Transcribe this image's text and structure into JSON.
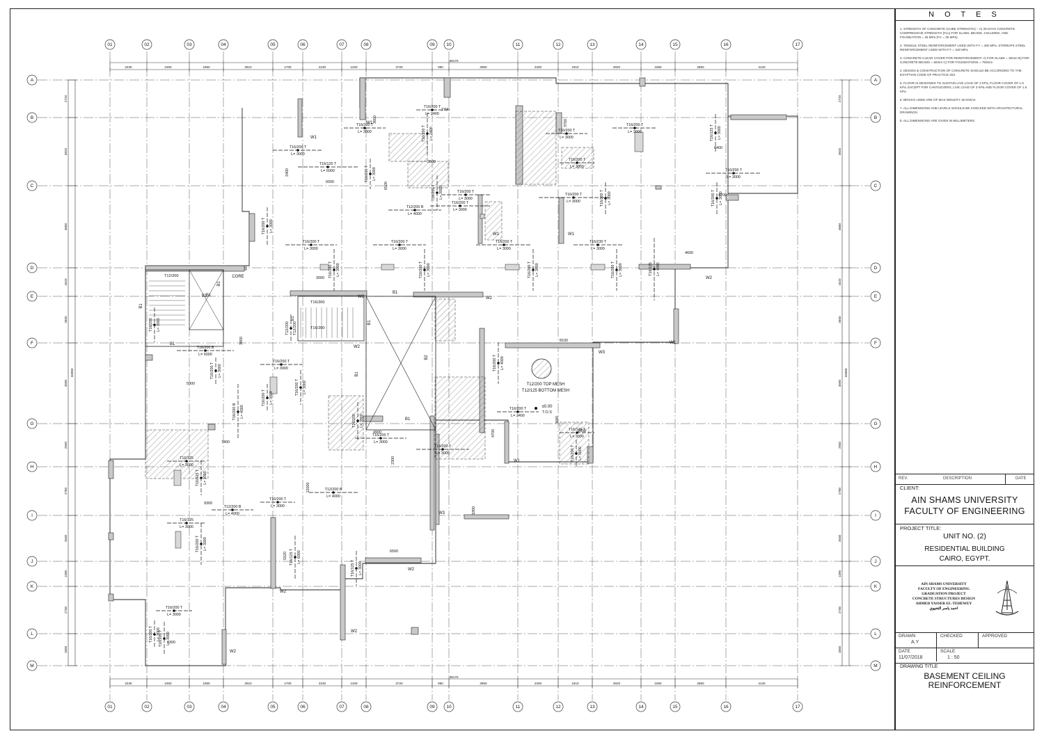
{
  "grid": {
    "columns": [
      "01",
      "02",
      "03",
      "04",
      "05",
      "06",
      "07",
      "08",
      "09",
      "10",
      "11",
      "12",
      "13",
      "14",
      "15",
      "16",
      "17"
    ],
    "rows": [
      "A",
      "B",
      "C",
      "D",
      "E",
      "F",
      "G",
      "H",
      "I",
      "J",
      "K",
      "L",
      "M"
    ],
    "col_spacings": [
      "2230",
      "2450",
      "1950",
      "2810",
      "1700",
      "2230",
      "1400",
      "3720",
      "960",
      "3950",
      "2300",
      "1910",
      "2820",
      "1960",
      "2850",
      "4120"
    ],
    "overall_width": "39170",
    "row_spacings": [
      "2720",
      "3920",
      "4680",
      "1620",
      "2650",
      "4590",
      "2940",
      "2780",
      "2630",
      "1390",
      "2730",
      "1800"
    ],
    "overall_height": "33080"
  },
  "walls": [
    "W1",
    "W2",
    "W3"
  ],
  "beams": [
    "B1",
    "B2"
  ],
  "labels": {
    "core": "CORE",
    "mesh_top": "T12/200 TOP MESH",
    "mesh_bottom": "T12/125 BOTTOM MESH",
    "level": "±0.00",
    "tos": "T.O.S"
  },
  "rebar_labels": [
    "T16/200 T",
    "L= 3000",
    "T16/125 T",
    "L= 6000",
    "T12/200 B",
    "L= 4000",
    "T16/200",
    "T12/200",
    "T16/125",
    "T16/230 T",
    "L= 2400",
    "T16/200 B",
    "T12/125",
    "L= 4000",
    "T16/125 T",
    "T16/200 T"
  ],
  "dimension_labels": [
    "6000",
    "3000",
    "2400",
    "2500",
    "3600",
    "6500",
    "2700",
    "3700",
    "6400",
    "4700",
    "4600",
    "5900",
    "7400",
    "8100",
    "3800",
    "4900",
    "2300",
    "2600",
    "12000",
    "9300",
    "6500",
    "5520",
    "3300",
    "1800",
    "4700",
    "3680"
  ],
  "notes": {
    "title": "N O T E S",
    "items": [
      "1. STRENGTH OF CONCRETE (CUBE STRENGTH) :- A) 28 DAYS CONCRETE COMPRESSIVE STRENGTH (Fcu) FOR SLABS, BEAMS, COLUMNS, AND FOUNDATION = 45 MPa (FC = 36 MPa)",
      "2. TENSILE STEEL REINFORCEMENT USED WITH FY = 400 MPa. STIRRUPS STEEL REINFORCEMENT USED WITH FY = 240 MPa",
      "3. CONCRETE CLEAR COVER FOR REINFORCEMENT: A) FOR SLABS = 30mm B) FOR CONCRETE BEAMS = 50mm C) FOR FOUNDATIONS = 750mm",
      "4. DESIGN & CONSTRUCTION OF CONCRETE SHOULD BE ACCORDING TO THE EGYPTIAN CODE OF PRACTICE 203.",
      "5. FLOOR IS DESIGNED TO SUSTAIN LIVE LOAD OF 2 KPa, FLOOR COVER OF 1.5 KPa, EXCEPT FOR CANTILEVERS, LIVE LOAD OF 3 KPa AND FLOOR COVER OF 1.5 KPa",
      "6. BRICKS USED ARE OF MAX DENSITY 18 KN/m3",
      "7. ALL DIMENSIONS AND LEVELS SHOULD BE CHECKED WITH ARCHITECTURAL DRAWINGS.",
      "8. ALL DIMENSIONS ARE GIVEN IN MILLIMETERS."
    ]
  },
  "title_block": {
    "rev": "REV.",
    "description": "DESCRIPTION",
    "date_hdr": "DATE",
    "client_label": "CLIENT:",
    "client_line1": "AIN SHAMS UNIVERSITY",
    "client_line2": "FACULTY OF ENGINEERING",
    "project_label": "PROJECT TITLE:",
    "project_line1": "UNIT NO. (2)",
    "project_line2": "RESIDENTIAL BUILDING",
    "project_line3": "CAIRO, EGYPT.",
    "uni_lines": [
      "AIN SHAMS UNIVERSITY",
      "FACULTY OF ENGINEERING",
      "GRADUATION PROJECT",
      "CONCRETE STRUCTURES DESIGN",
      "AHMED YASSER EL-TEHEWEY",
      "احمد ياسر التحيوي"
    ],
    "drawn_label": "DRAWN",
    "drawn_value": "A.Y",
    "checked_label": "CHECKED",
    "approved_label": "APPROVED",
    "date_label": "DATE",
    "date_value": "11/07/2018",
    "scale_label": "SCALE",
    "scale_value": "1 : 50",
    "drawing_title_label": "DRAWING TITLE",
    "drawing_title_1": "BASEMENT CEILING",
    "drawing_title_2": "REINFORCEMENT"
  }
}
